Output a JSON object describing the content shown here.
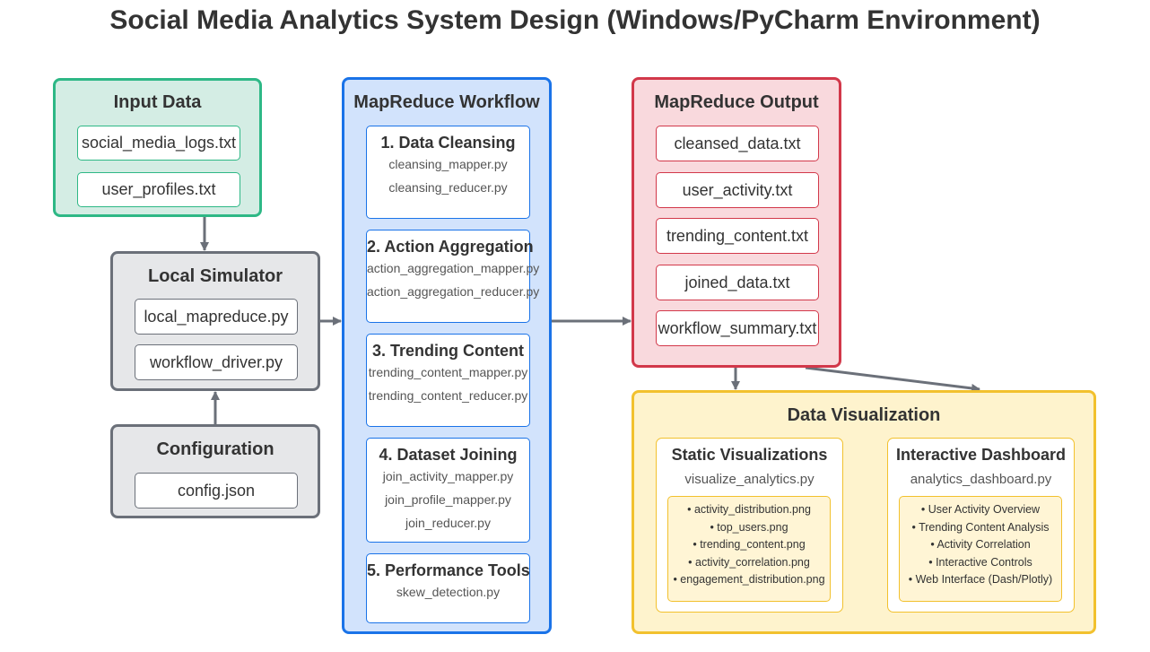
{
  "title": "Social Media Analytics System Design (Windows/PyCharm Environment)",
  "input": {
    "title": "Input Data",
    "files": [
      "social_media_logs.txt",
      "user_profiles.txt"
    ]
  },
  "simulator": {
    "title": "Local Simulator",
    "files": [
      "local_mapreduce.py",
      "workflow_driver.py"
    ]
  },
  "config": {
    "title": "Configuration",
    "files": [
      "config.json"
    ]
  },
  "workflow": {
    "title": "MapReduce Workflow",
    "steps": [
      {
        "title": "1. Data Cleansing",
        "files": [
          "cleansing_mapper.py",
          "cleansing_reducer.py"
        ]
      },
      {
        "title": "2. Action Aggregation",
        "files": [
          "action_aggregation_mapper.py",
          "action_aggregation_reducer.py"
        ]
      },
      {
        "title": "3. Trending Content",
        "files": [
          "trending_content_mapper.py",
          "trending_content_reducer.py"
        ]
      },
      {
        "title": "4. Dataset Joining",
        "files": [
          "join_activity_mapper.py",
          "join_profile_mapper.py",
          "join_reducer.py"
        ]
      },
      {
        "title": "5. Performance Tools",
        "files": [
          "skew_detection.py"
        ]
      }
    ]
  },
  "output": {
    "title": "MapReduce Output",
    "files": [
      "cleansed_data.txt",
      "user_activity.txt",
      "trending_content.txt",
      "joined_data.txt",
      "workflow_summary.txt"
    ]
  },
  "viz": {
    "title": "Data Visualization",
    "static": {
      "title": "Static Visualizations",
      "script": "visualize_analytics.py",
      "items": [
        "• activity_distribution.png",
        "• top_users.png",
        "• trending_content.png",
        "• activity_correlation.png",
        "• engagement_distribution.png"
      ]
    },
    "dashboard": {
      "title": "Interactive Dashboard",
      "script": "analytics_dashboard.py",
      "items": [
        "• User Activity Overview",
        "• Trending Content Analysis",
        "• Activity Correlation",
        "• Interactive Controls",
        "• Web Interface (Dash/Plotly)"
      ]
    }
  },
  "colors": {
    "input_border": "#2eb886",
    "input_fill": "#d4ede4",
    "sim_border": "#6b7079",
    "sim_fill": "#e6e7e9",
    "workflow_border": "#1a73e8",
    "workflow_fill": "#d2e3fc",
    "output_border": "#d2384a",
    "output_fill": "#f9d9dd",
    "viz_border": "#f2c12e",
    "viz_fill": "#fef3cd",
    "arrow": "#6b7079"
  }
}
